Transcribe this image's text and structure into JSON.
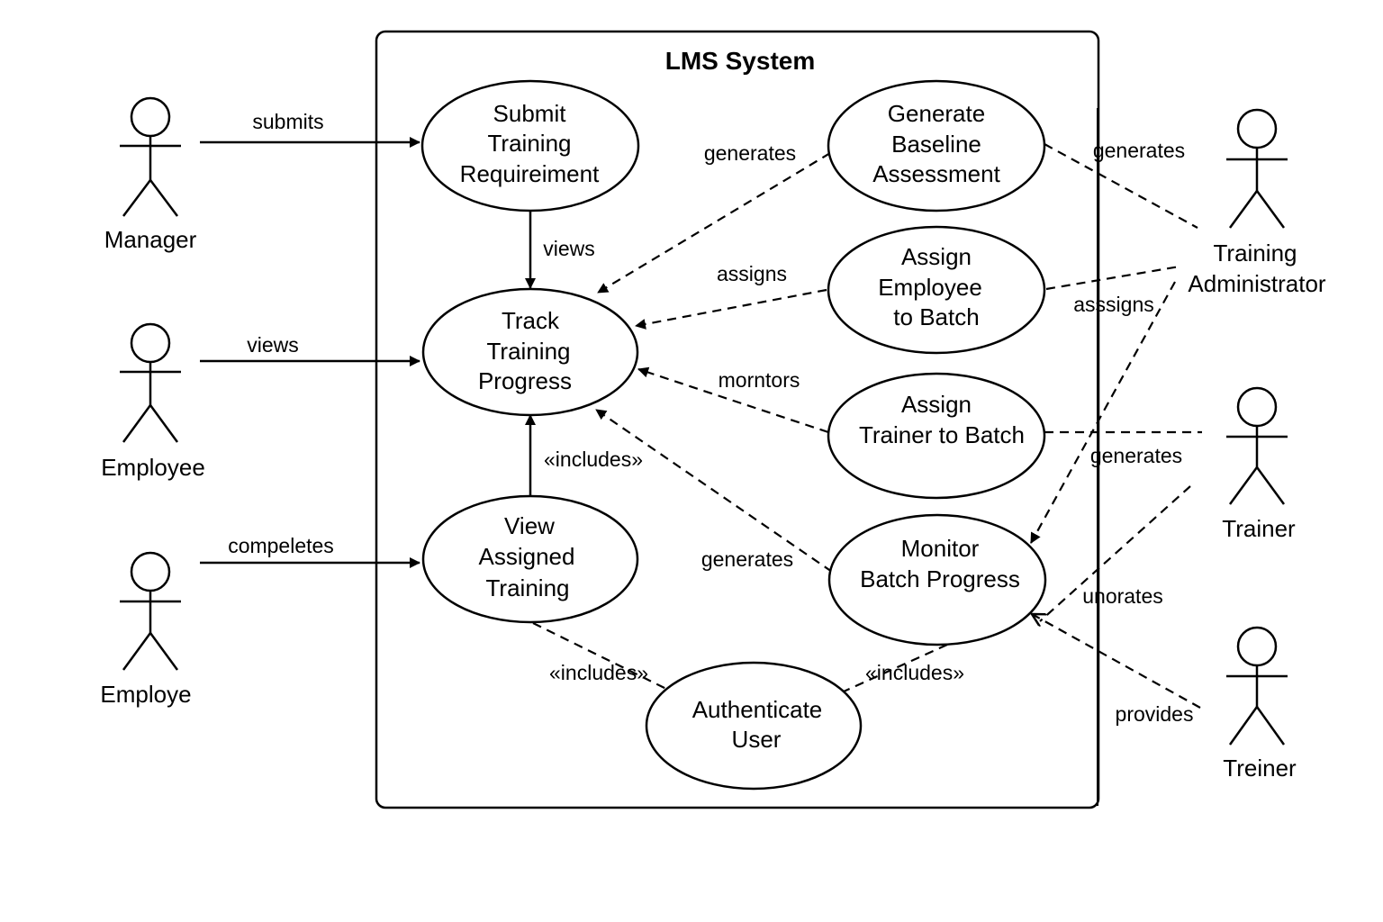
{
  "system": {
    "title": "LMS System"
  },
  "actors": {
    "manager": "Manager",
    "employee": "Employee",
    "employe": "Employe",
    "training_admin_line1": "Training",
    "training_admin_line2": "Administrator",
    "trainer": "Trainer",
    "trainer2": "Treiner"
  },
  "use_cases": {
    "submit_training": [
      "Submit",
      "Training",
      "Requireiment"
    ],
    "track_progress": [
      "Track",
      "Training",
      "Progress"
    ],
    "view_assigned": [
      "View",
      "Assigned",
      "Training"
    ],
    "authenticate": [
      "Authenticate",
      "User"
    ],
    "generate_baseline": [
      "Generate",
      "Baseline",
      "Assessment"
    ],
    "assign_employee": [
      "Assign",
      "Employee",
      "to Batch"
    ],
    "assign_trainer": [
      "Assign",
      "Trainer to Batch"
    ],
    "monitor_batch": [
      "Monitor",
      "Batch Progress"
    ]
  },
  "relations": {
    "submits": "submits",
    "views_employee": "views",
    "compeletes": "compeletes",
    "views_track": "views",
    "includes_track": "«includes»",
    "includes_view": "«includes»",
    "includes_monitor": "«includes»",
    "generates_baseline_track": "generates",
    "assigns_track": "assigns",
    "morntors": "morntors",
    "generates_monitor_track": "generates",
    "generates_admin": "generates",
    "asssigns_admin": "asssigns",
    "generates_trainer": "generates",
    "unorates": "unorates",
    "provides": "provides"
  }
}
